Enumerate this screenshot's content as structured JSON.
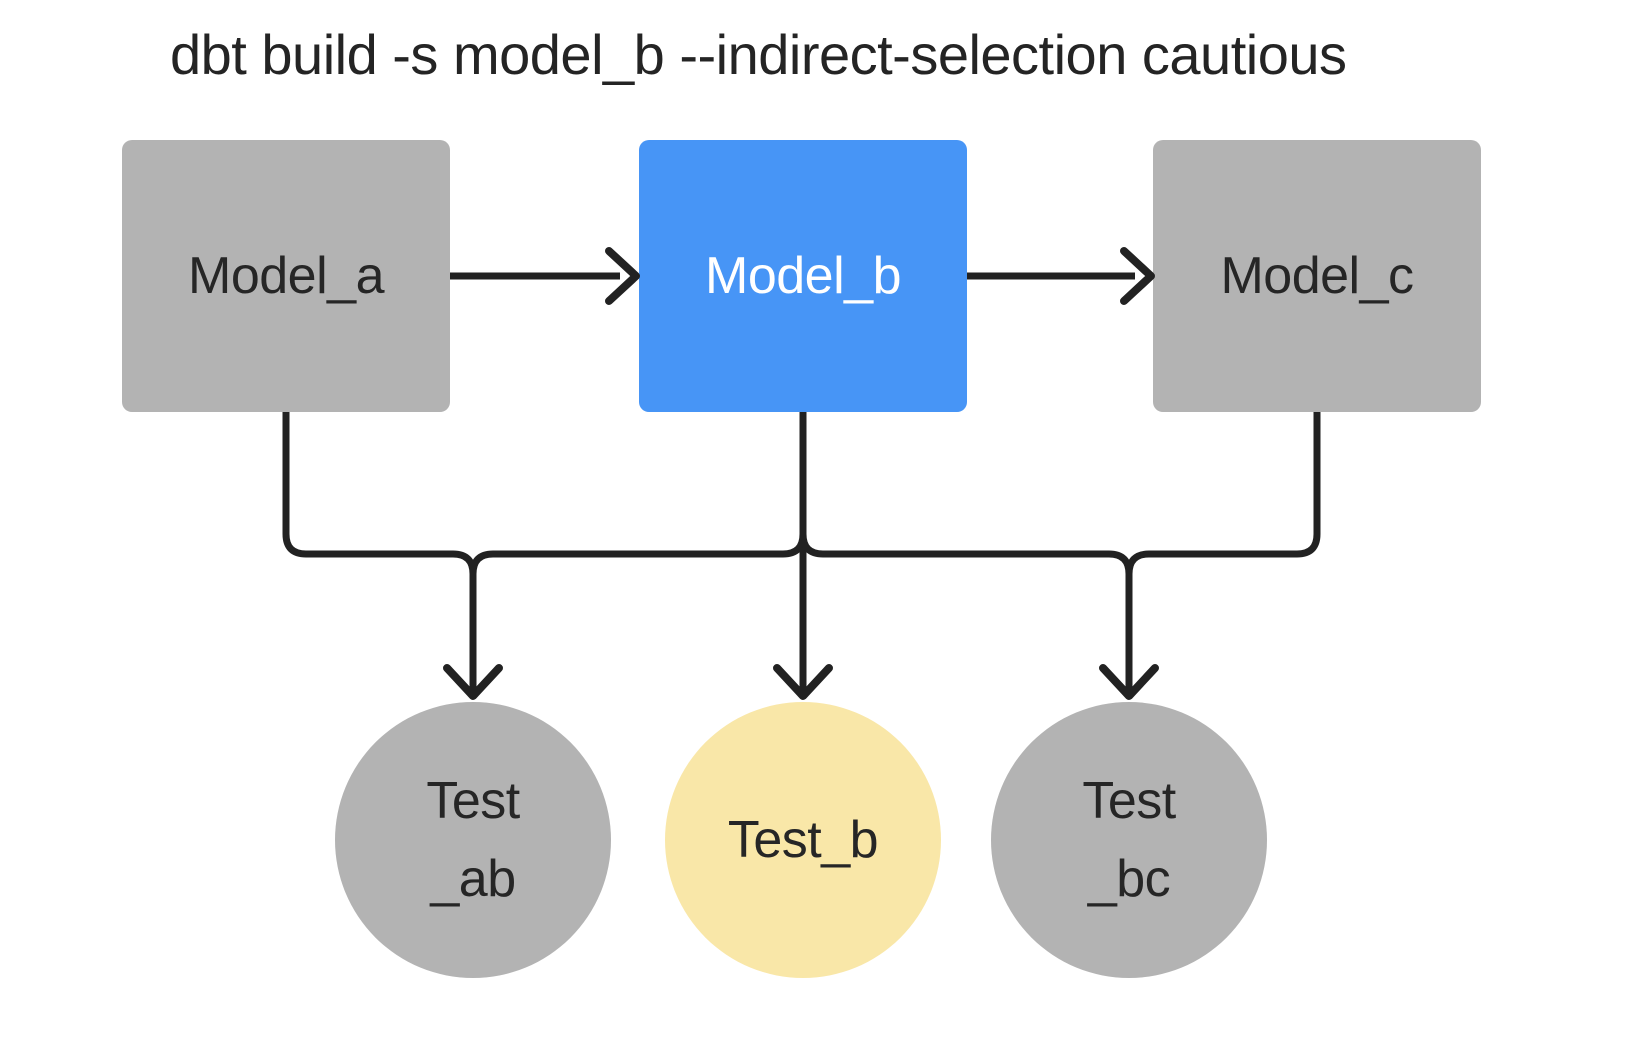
{
  "title": "dbt build -s model_b --indirect-selection cautious",
  "colors": {
    "background": "#ffffff",
    "node_default": "#b3b3b3",
    "node_selected": "#4795f6",
    "node_indirect": "#f9e7a8",
    "edge": "#222222",
    "text_dark": "#262626",
    "text_light": "#ffffff"
  },
  "models": [
    {
      "id": "model_a",
      "label": "Model_a",
      "state": "default"
    },
    {
      "id": "model_b",
      "label": "Model_b",
      "state": "selected"
    },
    {
      "id": "model_c",
      "label": "Model_c",
      "state": "default"
    }
  ],
  "tests": [
    {
      "id": "test_ab",
      "line1": "Test",
      "line2": "_ab",
      "state": "default"
    },
    {
      "id": "test_b",
      "line1": "Test_b",
      "line2": "",
      "state": "indirect"
    },
    {
      "id": "test_bc",
      "line1": "Test",
      "line2": "_bc",
      "state": "default"
    }
  ],
  "edges": [
    {
      "from": "model_a",
      "to": "model_b"
    },
    {
      "from": "model_b",
      "to": "model_c"
    },
    {
      "from": "model_a",
      "to": "test_ab"
    },
    {
      "from": "model_b",
      "to": "test_ab"
    },
    {
      "from": "model_b",
      "to": "test_b"
    },
    {
      "from": "model_b",
      "to": "test_bc"
    },
    {
      "from": "model_c",
      "to": "test_bc"
    }
  ]
}
